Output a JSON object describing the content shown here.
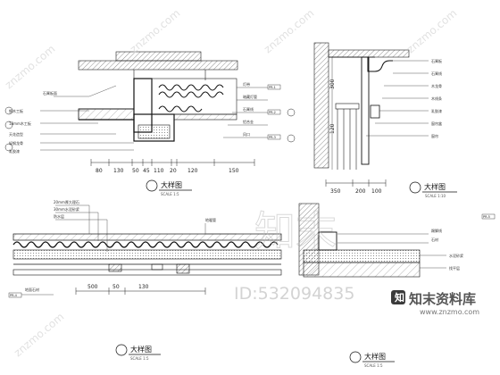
{
  "drawing": {
    "details": [
      {
        "title": "大样图",
        "scale": "SCALE 1:5",
        "dimensions": [
          "80",
          "130",
          "50",
          "45",
          "110",
          "20",
          "120",
          "150"
        ],
        "callouts_left": [
          "细木工板",
          "18mm木工板",
          "天花造型",
          "轻钢龙骨",
          "石膏板面",
          "乳胶漆"
        ],
        "callouts_right": [
          "灯带",
          "暗藏灯管",
          "石膏线",
          "铝合金",
          "风口"
        ]
      },
      {
        "title": "大样图",
        "scale": "SCALE 1:10",
        "dimensions": [
          "350",
          "200",
          "100",
          "120",
          "300"
        ],
        "callouts_right": [
          "石膏板",
          "石膏线",
          "木龙骨",
          "木线条",
          "乳胶漆",
          "窗帘盒",
          "窗帘"
        ]
      },
      {
        "title": "大样图",
        "scale": "SCALE 1:5",
        "dimensions": [
          "50",
          "130",
          "500"
        ],
        "callouts_top": [
          "20mm厚大理石",
          "30mm水泥砂浆",
          "防水层",
          "地暖管"
        ],
        "callouts_left": [
          "地面石材"
        ]
      },
      {
        "title": "大样图",
        "scale": "SCALE 1:5",
        "callouts_right": [
          "踢脚线",
          "石材",
          "水泥砂浆",
          "找平层"
        ]
      }
    ],
    "section_tags": [
      "PR-1",
      "PR-2",
      "PR-3",
      "PR-4",
      "PR-5"
    ]
  },
  "watermark": {
    "big_chars": "知末",
    "id_text": "ID:532094835",
    "diag_text": "znzmo.com",
    "brand": "知末资料库",
    "url": "www.znzmo.com"
  }
}
